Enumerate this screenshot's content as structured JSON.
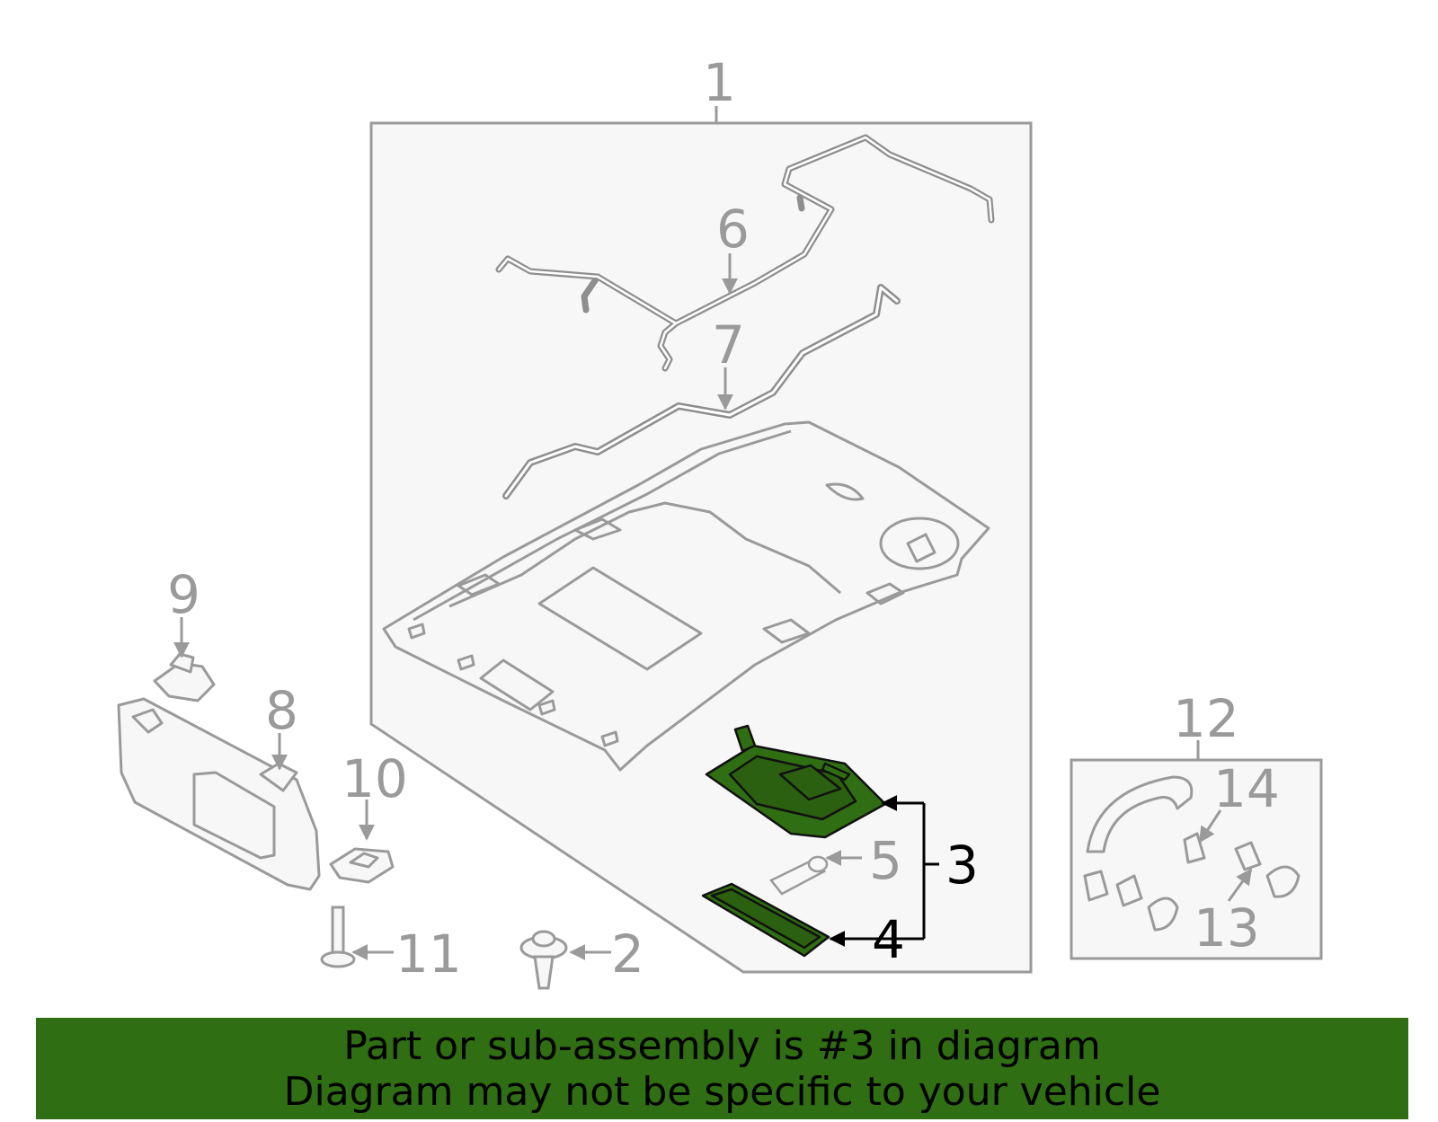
{
  "callouts": {
    "c1": "1",
    "c2": "2",
    "c3": "3",
    "c4": "4",
    "c5": "5",
    "c6": "6",
    "c7": "7",
    "c8": "8",
    "c9": "9",
    "c10": "10",
    "c11": "11",
    "c12": "12",
    "c13": "13",
    "c14": "14"
  },
  "banner": {
    "line1": "Part or sub-assembly is #3 in diagram",
    "line2": "Diagram may not be specific to your vehicle"
  },
  "colors": {
    "highlight_fill": "#2f6e12",
    "banner_bg": "#2f6e12",
    "line_gray": "#9a9a9a",
    "panel_bg": "#f7f7f7"
  },
  "icons": {
    "headliner": "headliner-icon",
    "wire_harness": "wire-harness-icon",
    "dome_lamp": "dome-lamp-icon",
    "lens": "lens-icon",
    "bulb": "bulb-icon",
    "sun_visor": "sun-visor-icon",
    "grab_handle": "grab-handle-icon",
    "clip": "clip-icon"
  }
}
